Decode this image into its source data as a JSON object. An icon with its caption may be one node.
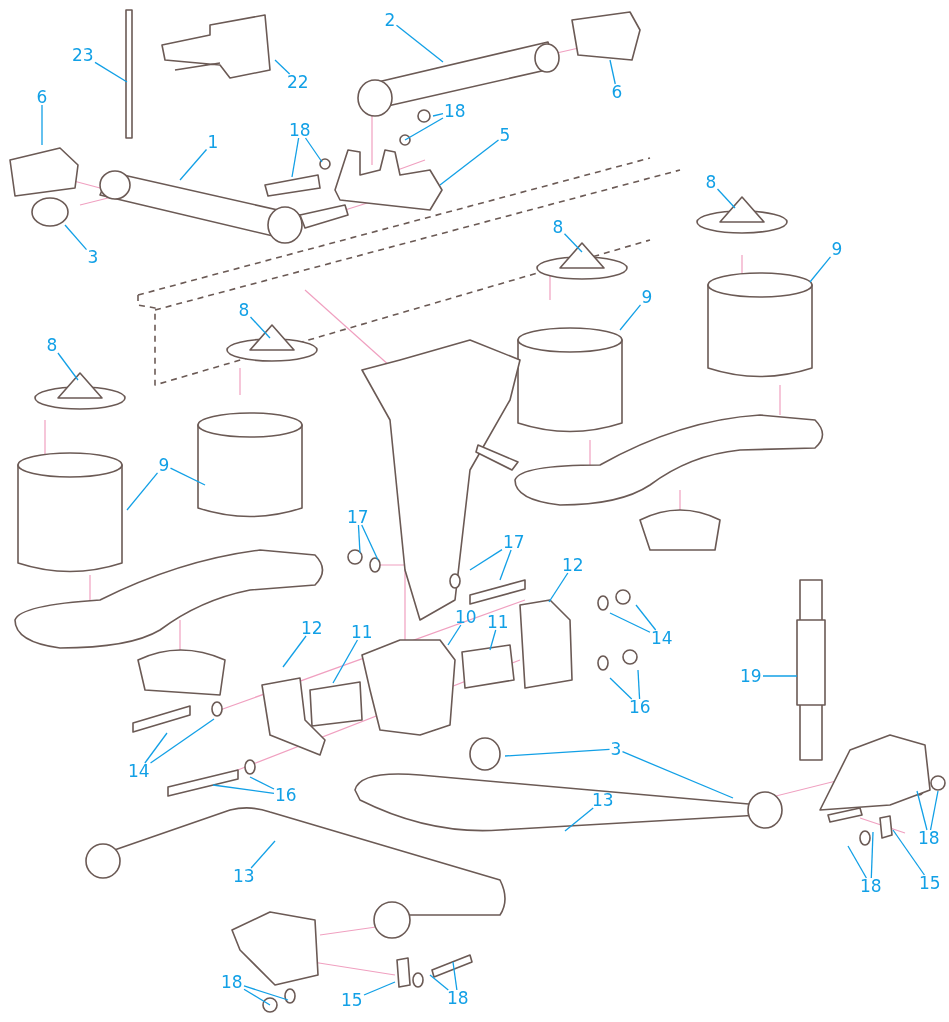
{
  "diagram": {
    "nodes": [
      {
        "text": [
          "23"
        ]
      },
      {
        "text": [
          "22"
        ]
      },
      {
        "text": [
          "2"
        ]
      },
      {
        "text": [
          "6"
        ]
      },
      {
        "text": [
          "6"
        ]
      },
      {
        "text": [
          "1"
        ]
      },
      {
        "text": [
          "18"
        ]
      },
      {
        "text": [
          "18"
        ]
      },
      {
        "text": [
          "5"
        ]
      },
      {
        "text": [
          "3"
        ]
      },
      {
        "text": [
          "8"
        ]
      },
      {
        "text": [
          "9"
        ]
      },
      {
        "text": [
          "8"
        ]
      },
      {
        "text": [
          "9"
        ]
      },
      {
        "text": [
          "8"
        ]
      },
      {
        "text": [
          "8"
        ]
      },
      {
        "text": [
          "9"
        ]
      },
      {
        "text": [
          "17"
        ]
      },
      {
        "text": [
          "17"
        ]
      },
      {
        "text": [
          "12"
        ]
      },
      {
        "text": [
          "14"
        ]
      },
      {
        "text": [
          "10"
        ]
      },
      {
        "text": [
          "11"
        ]
      },
      {
        "text": [
          "11"
        ]
      },
      {
        "text": [
          "12"
        ]
      },
      {
        "text": [
          "16"
        ]
      },
      {
        "text": [
          "19"
        ]
      },
      {
        "text": [
          "14"
        ]
      },
      {
        "text": [
          "3"
        ]
      },
      {
        "text": [
          "16"
        ]
      },
      {
        "text": [
          "13"
        ]
      },
      {
        "text": [
          "18"
        ]
      },
      {
        "text": [
          "18"
        ]
      },
      {
        "text": [
          "15"
        ]
      },
      {
        "text": [
          "13"
        ]
      },
      {
        "text": [
          "18"
        ]
      },
      {
        "text": [
          "15"
        ]
      },
      {
        "text": [
          "18"
        ]
      }
    ],
    "edges": [
      {
        "from": 0,
        "to": null,
        "arrow": "none"
      },
      {
        "from": 1,
        "to": null,
        "arrow": "none"
      },
      {
        "from": 2,
        "to": null,
        "arrow": "none"
      },
      {
        "from": 3,
        "to": null,
        "arrow": "none"
      },
      {
        "from": 4,
        "to": null,
        "arrow": "none"
      },
      {
        "from": 5,
        "to": null,
        "arrow": "none"
      },
      {
        "from": 6,
        "to": null,
        "arrow": "none"
      },
      {
        "from": 6,
        "to": null,
        "arrow": "none"
      },
      {
        "from": 7,
        "to": null,
        "arrow": "none"
      },
      {
        "from": 7,
        "to": null,
        "arrow": "none"
      },
      {
        "from": 8,
        "to": null,
        "arrow": "none"
      },
      {
        "from": 9,
        "to": null,
        "arrow": "none"
      },
      {
        "from": 10,
        "to": null,
        "arrow": "none"
      },
      {
        "from": 11,
        "to": null,
        "arrow": "none"
      },
      {
        "from": 12,
        "to": null,
        "arrow": "none"
      },
      {
        "from": 13,
        "to": null,
        "arrow": "none"
      },
      {
        "from": 14,
        "to": null,
        "arrow": "none"
      },
      {
        "from": 15,
        "to": null,
        "arrow": "none"
      },
      {
        "from": 16,
        "to": null,
        "arrow": "none"
      },
      {
        "from": 16,
        "to": null,
        "arrow": "none"
      },
      {
        "from": 17,
        "to": null,
        "arrow": "none"
      },
      {
        "from": 17,
        "to": null,
        "arrow": "none"
      },
      {
        "from": 18,
        "to": null,
        "arrow": "none"
      },
      {
        "from": 18,
        "to": null,
        "arrow": "none"
      },
      {
        "from": 19,
        "to": null,
        "arrow": "none"
      },
      {
        "from": 20,
        "to": null,
        "arrow": "none"
      },
      {
        "from": 20,
        "to": null,
        "arrow": "none"
      },
      {
        "from": 21,
        "to": null,
        "arrow": "none"
      },
      {
        "from": 22,
        "to": null,
        "arrow": "none"
      },
      {
        "from": 23,
        "to": null,
        "arrow": "none"
      },
      {
        "from": 24,
        "to": null,
        "arrow": "none"
      },
      {
        "from": 25,
        "to": null,
        "arrow": "none"
      },
      {
        "from": 25,
        "to": null,
        "arrow": "none"
      },
      {
        "from": 26,
        "to": null,
        "arrow": "none"
      },
      {
        "from": 27,
        "to": null,
        "arrow": "none"
      },
      {
        "from": 27,
        "to": null,
        "arrow": "none"
      },
      {
        "from": 28,
        "to": null,
        "arrow": "none"
      },
      {
        "from": 28,
        "to": null,
        "arrow": "none"
      },
      {
        "from": 29,
        "to": null,
        "arrow": "none"
      },
      {
        "from": 29,
        "to": null,
        "arrow": "none"
      },
      {
        "from": 30,
        "to": null,
        "arrow": "none"
      },
      {
        "from": 31,
        "to": null,
        "arrow": "none"
      },
      {
        "from": 31,
        "to": null,
        "arrow": "none"
      },
      {
        "from": 32,
        "to": null,
        "arrow": "none"
      },
      {
        "from": 32,
        "to": null,
        "arrow": "none"
      },
      {
        "from": 33,
        "to": null,
        "arrow": "none"
      },
      {
        "from": 34,
        "to": null,
        "arrow": "none"
      },
      {
        "from": 35,
        "to": null,
        "arrow": "none"
      },
      {
        "from": 35,
        "to": null,
        "arrow": "none"
      },
      {
        "from": 36,
        "to": null,
        "arrow": "none"
      },
      {
        "from": 37,
        "to": null,
        "arrow": "none"
      },
      {
        "from": 37,
        "to": null,
        "arrow": "none"
      }
    ]
  }
}
